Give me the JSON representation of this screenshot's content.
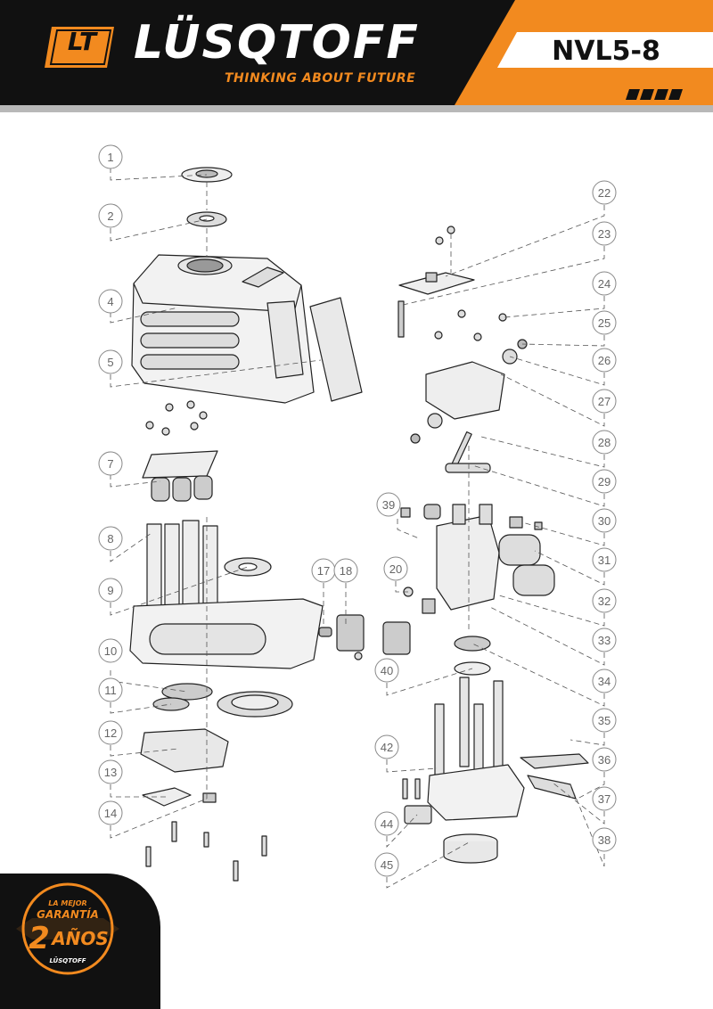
{
  "header": {
    "logo_mark": "LT",
    "brand": "LÜSQTOFF",
    "tagline": "THINKING ABOUT FUTURE",
    "model": "NVL5-8",
    "colors": {
      "primary": "#f28a1f",
      "dark": "#111111",
      "light": "#ffffff"
    }
  },
  "diagram": {
    "callouts": [
      "1",
      "2",
      "4",
      "5",
      "7",
      "8",
      "9",
      "10",
      "11",
      "12",
      "13",
      "14",
      "17",
      "18",
      "20",
      "22",
      "23",
      "24",
      "25",
      "26",
      "27",
      "28",
      "29",
      "30",
      "31",
      "32",
      "33",
      "34",
      "35",
      "36",
      "37",
      "38",
      "39",
      "40",
      "42",
      "44",
      "45"
    ]
  },
  "warranty": {
    "line1": "LA MEJOR",
    "line2": "GARANTÍA",
    "number": "2",
    "unit": "AÑOS",
    "brand": "LÜSQTOFF"
  }
}
